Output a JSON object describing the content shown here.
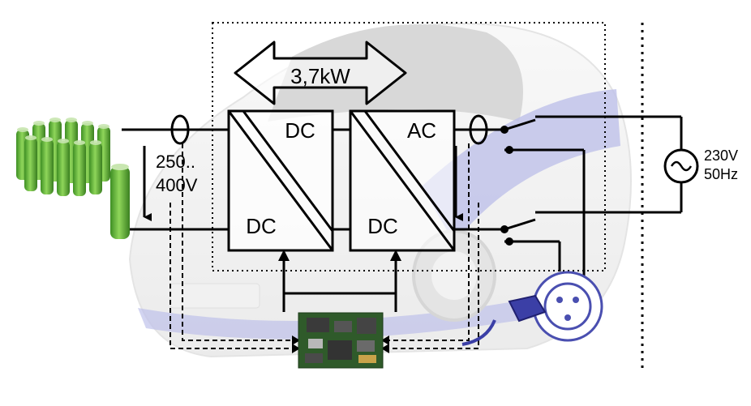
{
  "power_label": "3,7kW",
  "battery_voltage": {
    "line1": "250..",
    "line2": "400V"
  },
  "converter_1": {
    "top": "DC",
    "bottom": "DC"
  },
  "converter_2": {
    "top": "AC",
    "bottom": "DC"
  },
  "grid": {
    "voltage": "230V",
    "frequency": "50Hz"
  },
  "colors": {
    "battery_green": "#5fb83a",
    "battery_cap": "#c8e6b0",
    "line": "#000000",
    "car_stripe": "#4a4fb0",
    "pcb_green": "#2f5a2a"
  }
}
